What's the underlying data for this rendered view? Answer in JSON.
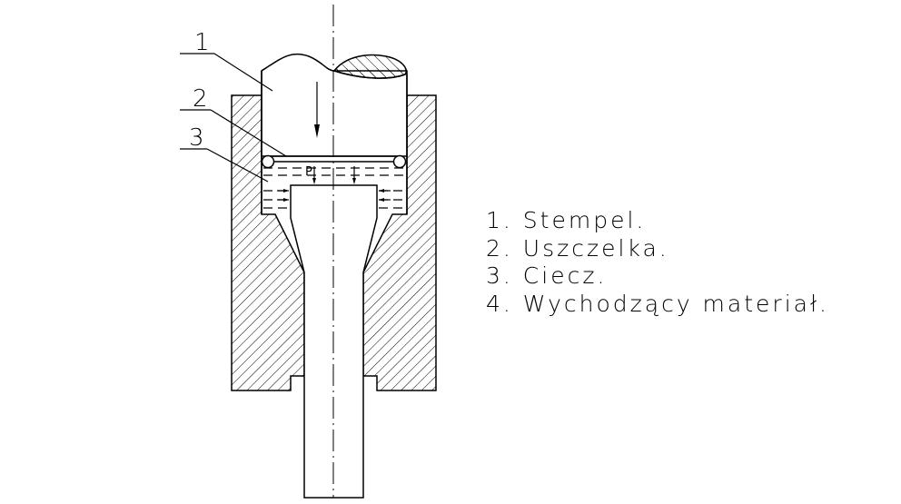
{
  "callouts": [
    "1",
    "2",
    "3"
  ],
  "pressure_label": "P",
  "legend": [
    "1. Stempel.",
    "2. Uszczelka.",
    "3. Ciecz.",
    "4. Wychodzący materiał."
  ]
}
